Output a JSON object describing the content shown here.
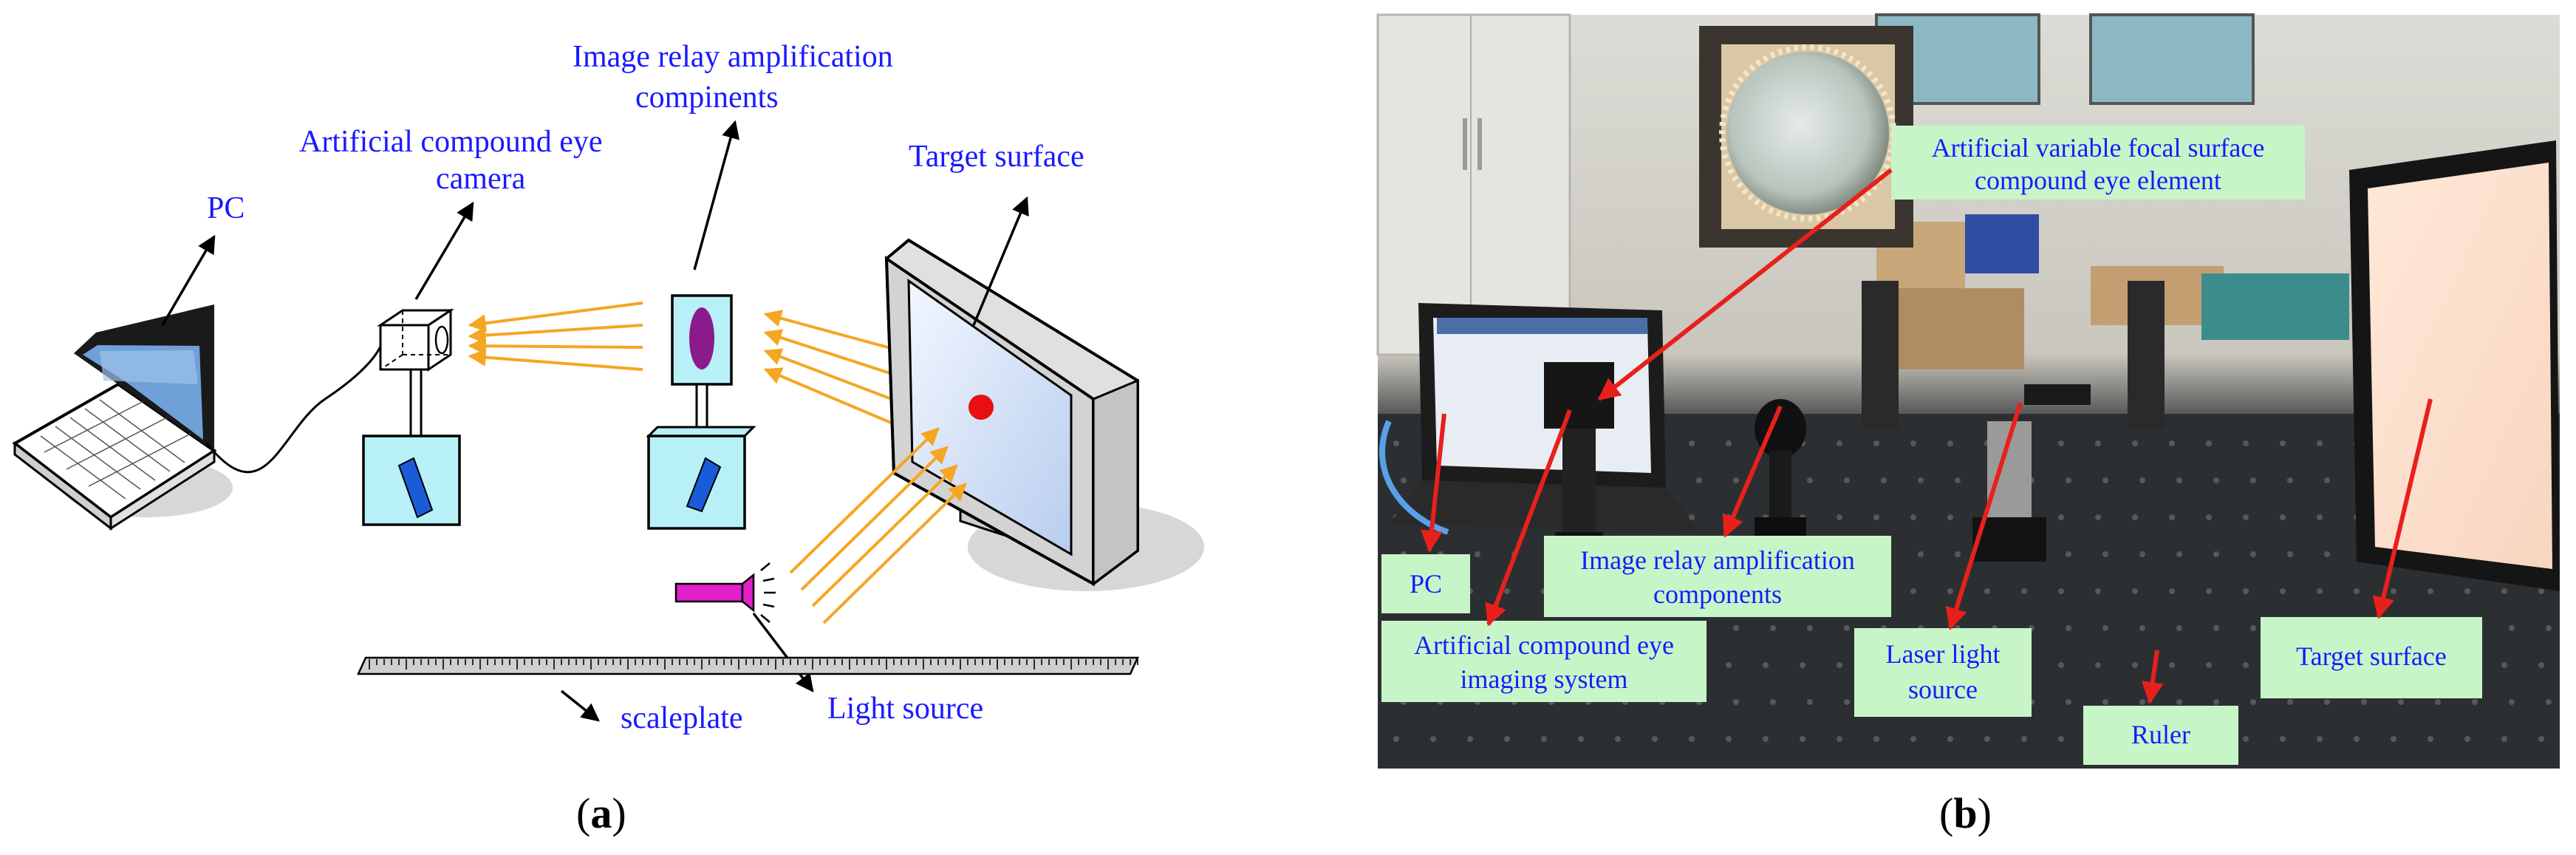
{
  "panel_a": {
    "labels": {
      "pc": "PC",
      "camera_line1": "Artificial compound eye",
      "camera_line2": "camera",
      "relay_line1": "Image relay amplification",
      "relay_line2": "compinents",
      "target": "Target surface",
      "scaleplate": "scaleplate",
      "light_source": "Light source"
    },
    "caption": {
      "open": "(",
      "letter": "a",
      "close": ")"
    }
  },
  "panel_b": {
    "labels": {
      "element_line1": "Artificial variable focal surface",
      "element_line2": "compound eye element",
      "pc": "PC",
      "relay_line1": "Image relay amplification",
      "relay_line2": "components",
      "imaging_line1": "Artificial compound eye",
      "imaging_line2": "imaging system",
      "laser_line1": "Laser light",
      "laser_line2": "source",
      "target": "Target surface",
      "ruler": "Ruler"
    },
    "caption": {
      "open": "(",
      "letter": "b",
      "close": ")"
    }
  },
  "colors": {
    "label_text": "#1a1aff",
    "light_ray": "#f5a623",
    "box_fill": "#b8f0f8",
    "label_box": "#c8f5c8",
    "pointer": "#e8201c",
    "laser_body": "#e020c8",
    "target_dot": "#e81010",
    "lens_fill": "#8b1a8b"
  }
}
